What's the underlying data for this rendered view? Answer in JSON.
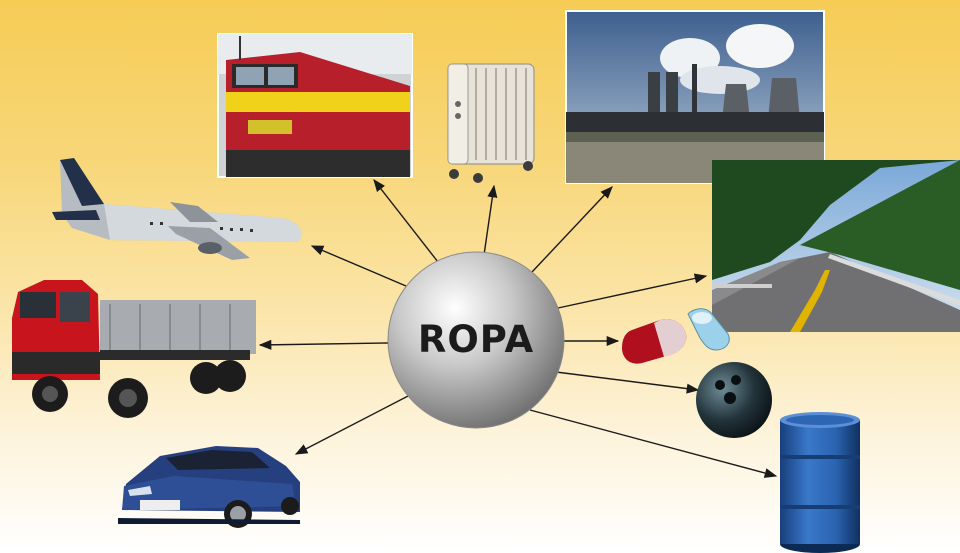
{
  "center": {
    "label": "ROPA"
  },
  "nodes": [
    {
      "id": "train",
      "icon": "locomotive-icon"
    },
    {
      "id": "radiator",
      "icon": "oil-radiator-icon"
    },
    {
      "id": "power-plant",
      "icon": "power-plant-photo"
    },
    {
      "id": "road",
      "icon": "asphalt-road-photo"
    },
    {
      "id": "pills",
      "icon": "medicine-pills-icon"
    },
    {
      "id": "bowling-ball",
      "icon": "bowling-ball-icon"
    },
    {
      "id": "barrel",
      "icon": "oil-barrel-icon"
    },
    {
      "id": "car",
      "icon": "car-icon"
    },
    {
      "id": "truck",
      "icon": "truck-icon"
    },
    {
      "id": "airplane",
      "icon": "airplane-icon"
    }
  ],
  "colors": {
    "background_top": "#f6cc55",
    "background_bottom": "#ffffff",
    "arrow": "#1a1a1a",
    "sphere": "#bdbdbd"
  }
}
